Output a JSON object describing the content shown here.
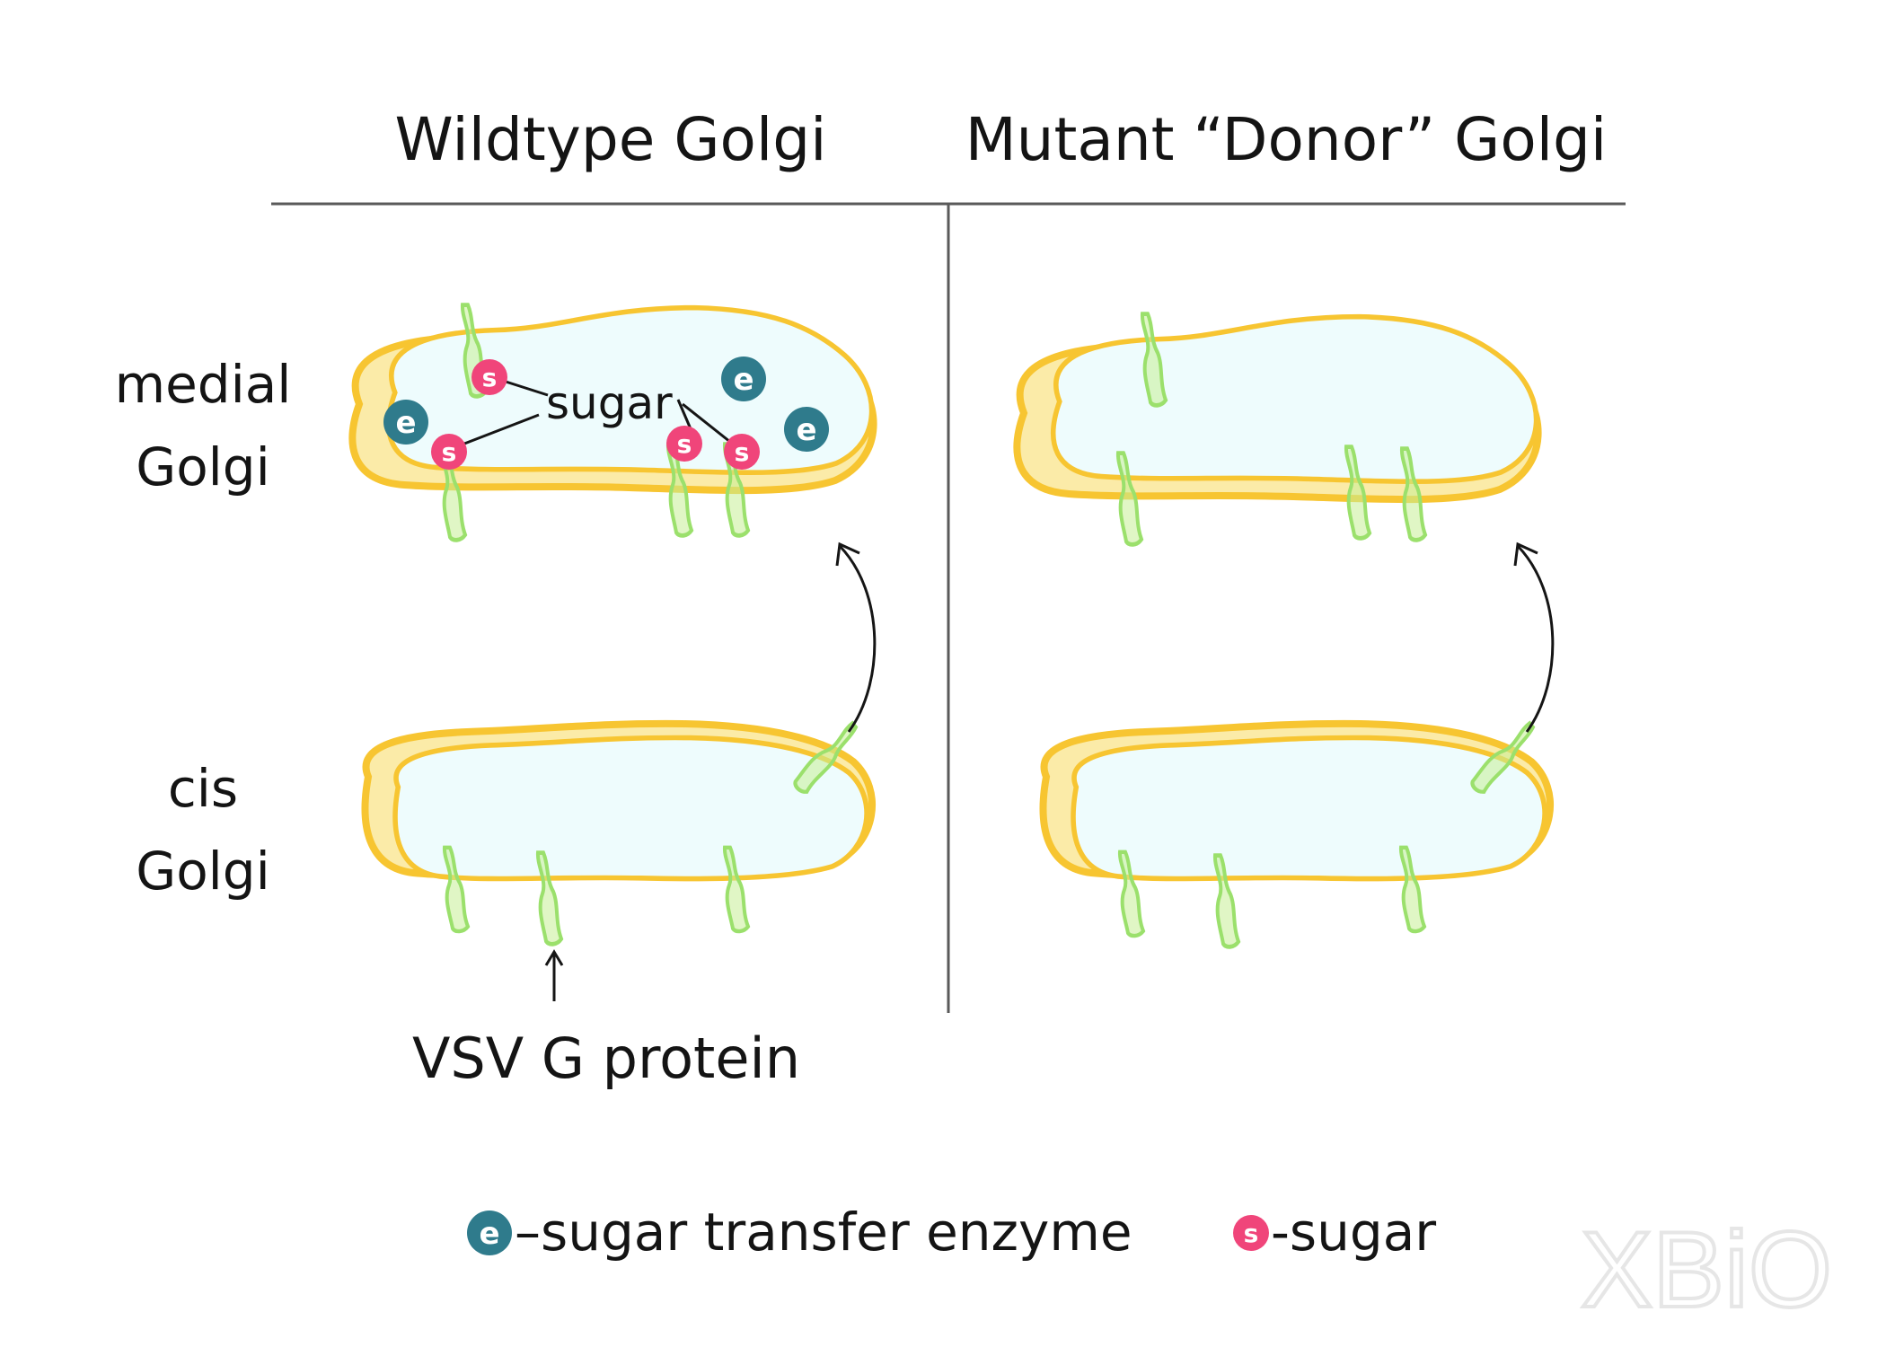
{
  "headers": {
    "wildtype": "Wildtype Golgi",
    "mutant": "Mutant “Donor” Golgi"
  },
  "row_labels": {
    "medial_line1": "medial",
    "medial_line2": "Golgi",
    "cis_line1": "cis",
    "cis_line2": "Golgi"
  },
  "annotations": {
    "sugar": "sugar",
    "vsv": "VSV G protein"
  },
  "badges": {
    "enzyme_letter": "e",
    "sugar_letter": "s"
  },
  "legend": {
    "enzyme_letter": "e",
    "enzyme_text": "–sugar transfer enzyme",
    "sugar_letter": "s",
    "sugar_text": "-sugar"
  },
  "logo": "XBiO",
  "colors": {
    "membrane_outline": "#f7c531",
    "membrane_fill": "#fbeba8",
    "lumen": "#eefcfd",
    "protein": "#9be06c",
    "enzyme": "#2f7b8c",
    "sugar": "#f0457a"
  }
}
